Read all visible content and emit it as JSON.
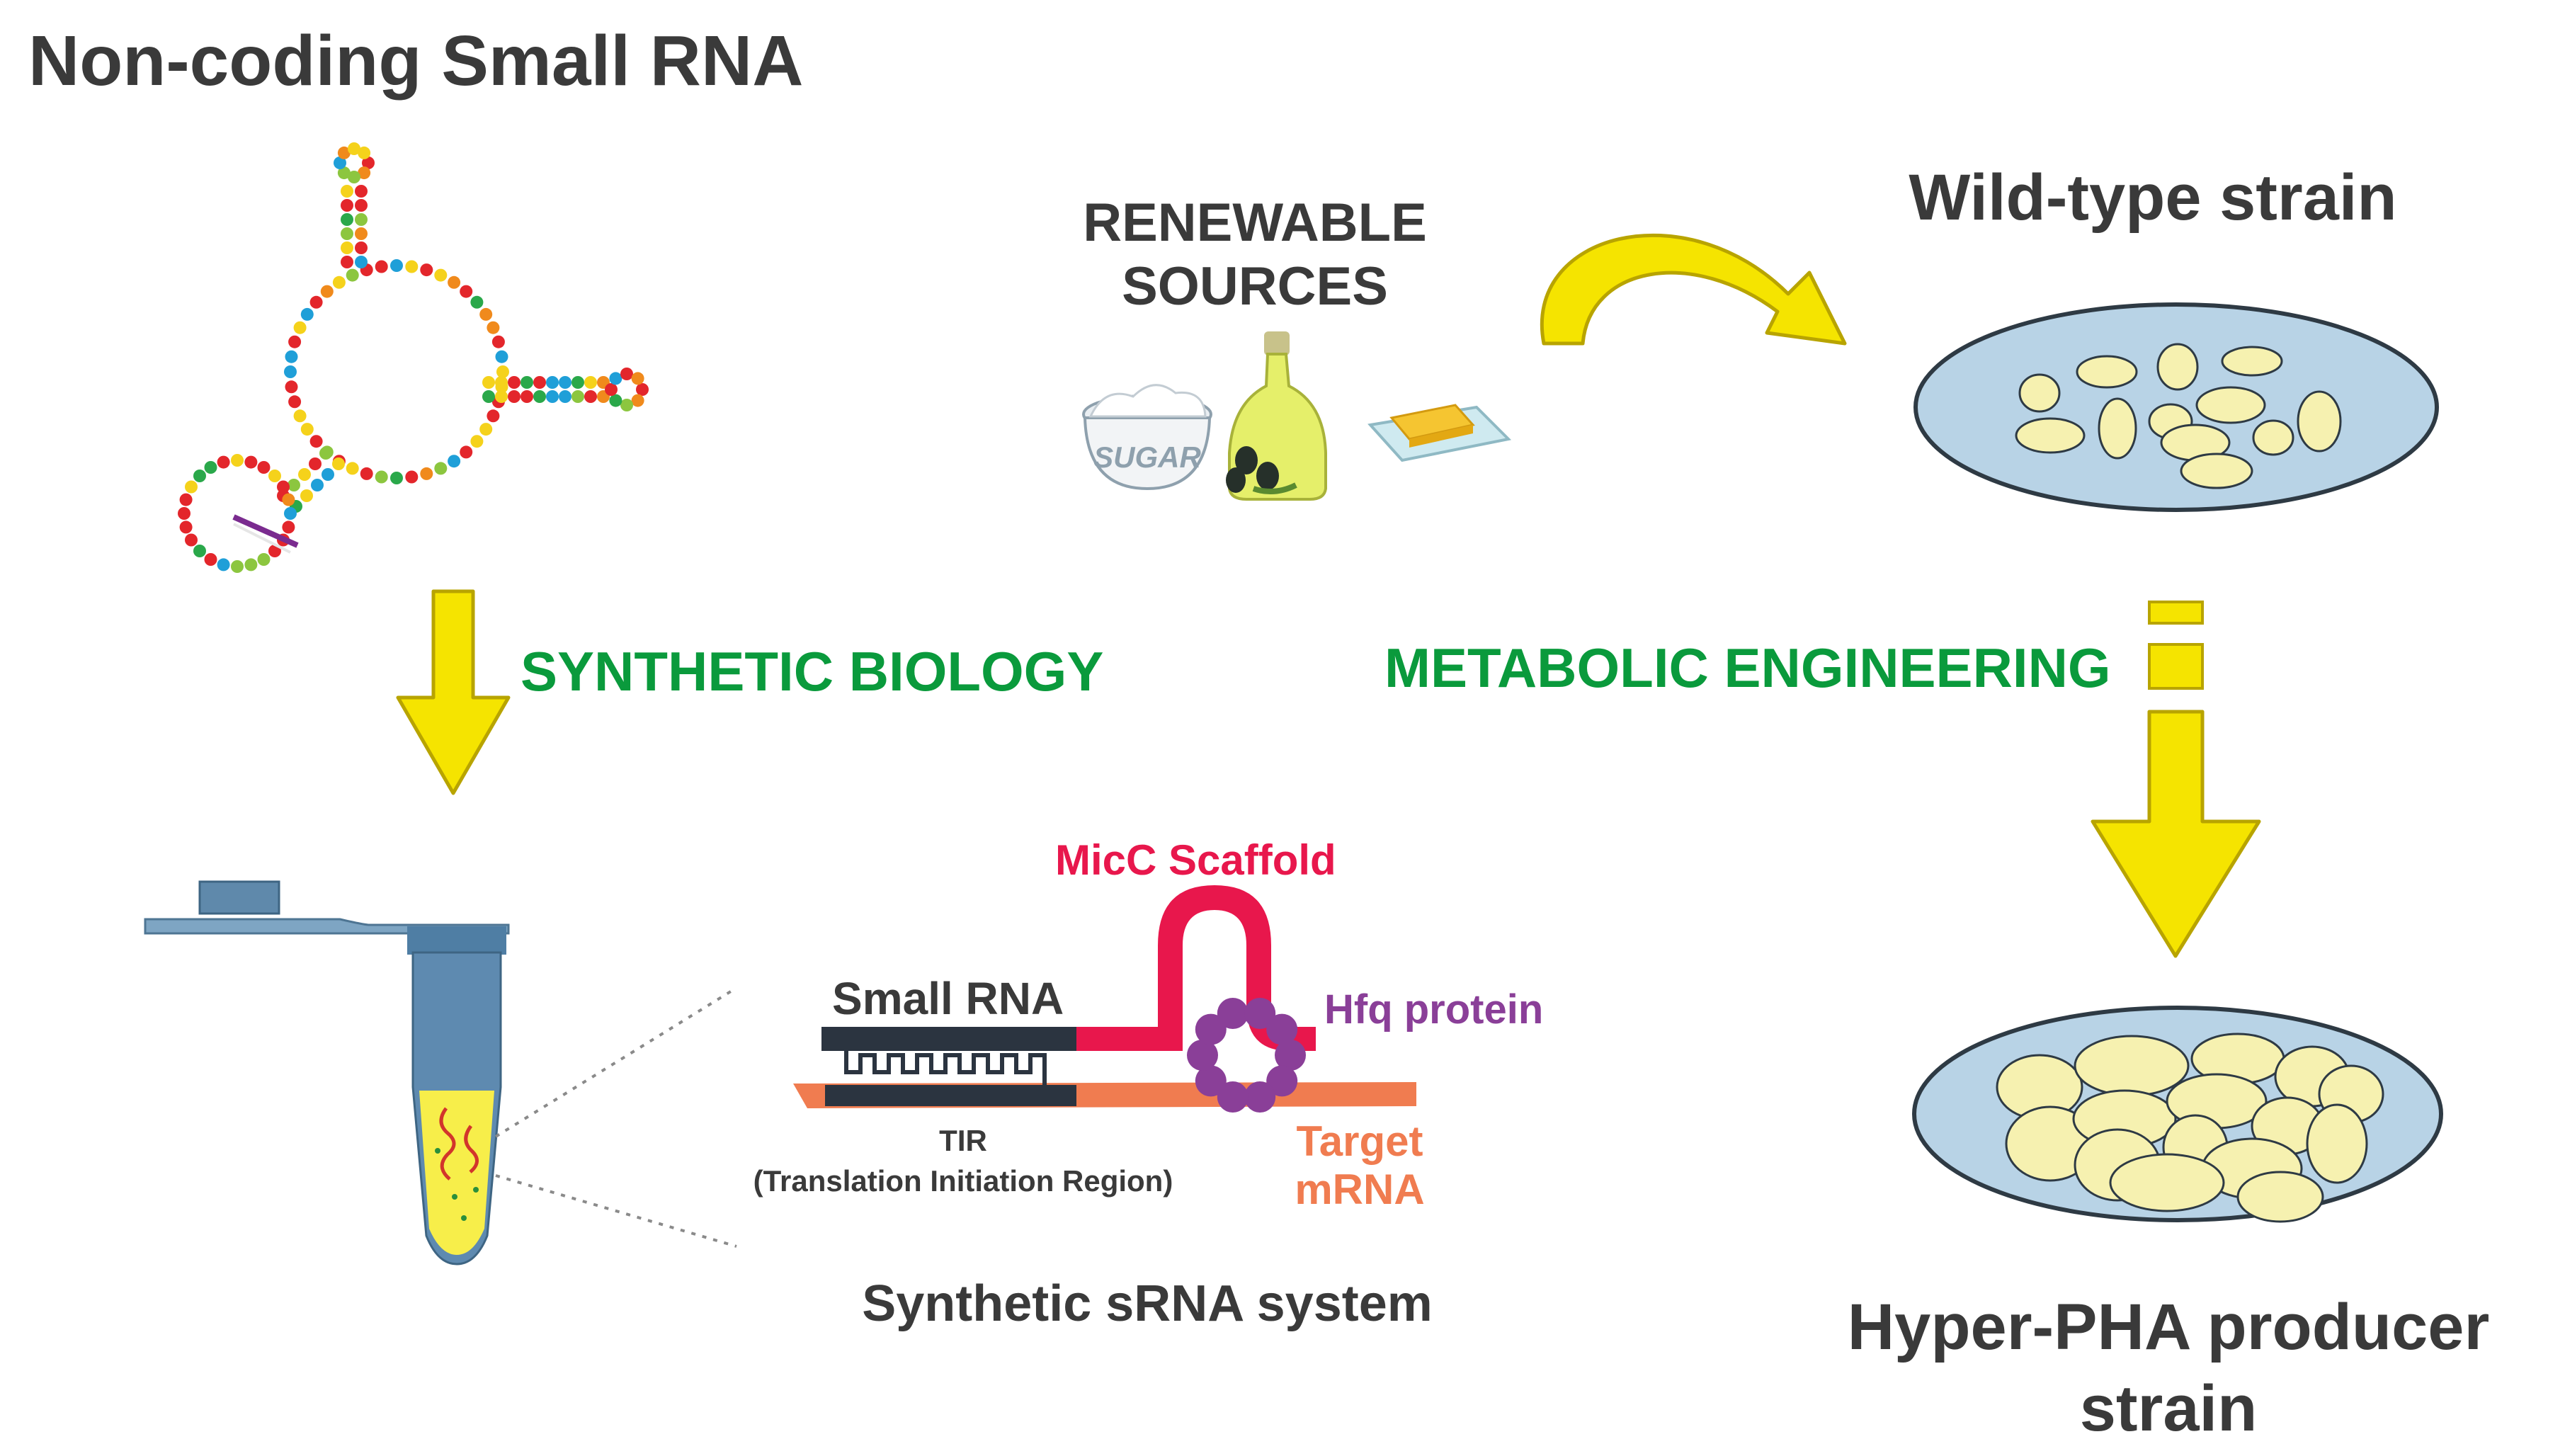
{
  "title": "Non-coding Small RNA",
  "renewable": {
    "line1": "RENEWABLE",
    "line2": "SOURCES",
    "sugar_label": "SUGAR"
  },
  "wild_type_label": "Wild-type strain",
  "synthetic_biology_label": "SYNTHETIC BIOLOGY",
  "metabolic_engineering_label": "METABOLIC ENGINEERING",
  "srna_system": {
    "micc_label": "MicC Scaffold",
    "small_rna_label": "Small RNA",
    "hfq_label": "Hfq protein",
    "tir_label": "TIR",
    "tir_full_label": "(Translation Initiation Region)",
    "target_label_1": "Target",
    "target_label_2": "mRNA",
    "caption": "Synthetic sRNA system"
  },
  "hyper_label": {
    "line1": "Hyper-PHA producer",
    "line2": "strain"
  },
  "colors": {
    "arrow_yellow": "#f5e400",
    "arrow_outline": "#b8a400",
    "dish_fill": "#b8d3e6",
    "granule_fill": "#f6f1b0",
    "green_text": "#0a9a3c",
    "red": "#e8174c",
    "purple": "#8a3f98",
    "orange": "#f07c50",
    "navy": "#2b3440"
  }
}
